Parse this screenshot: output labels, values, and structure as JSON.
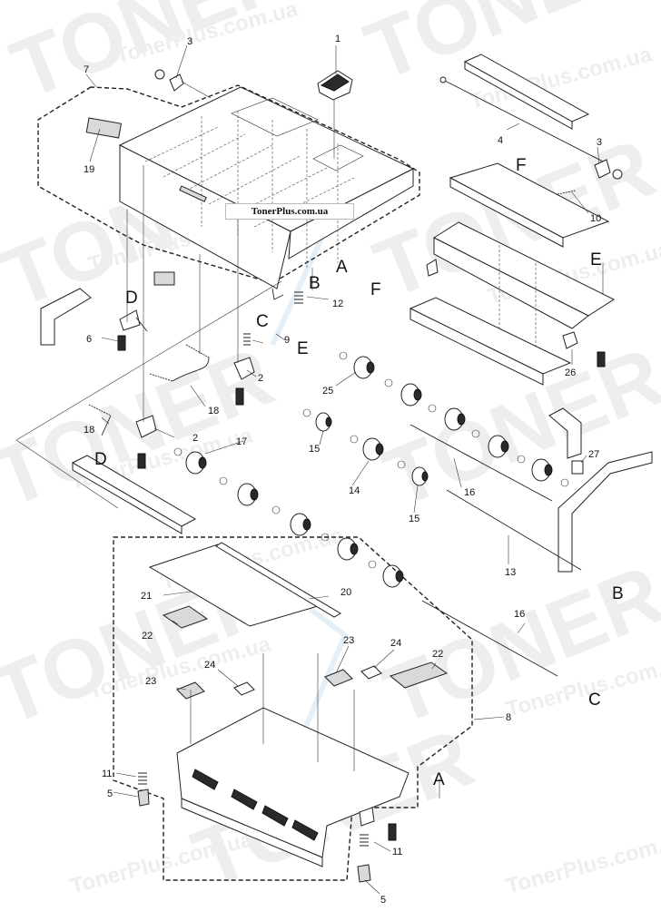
{
  "diagram": {
    "banner": "TonerPlus.com.ua",
    "watermarks": {
      "brand": "TONER",
      "site": "TonerPlus.com.ua"
    },
    "callouts": [
      "1",
      "2",
      "3",
      "4",
      "5",
      "7",
      "8",
      "9",
      "10",
      "11",
      "12",
      "13",
      "14",
      "15",
      "16",
      "17",
      "18",
      "19",
      "20",
      "21",
      "22",
      "23",
      "24",
      "25",
      "26",
      "27"
    ],
    "connectors": [
      "A",
      "B",
      "C",
      "D",
      "E",
      "F"
    ]
  }
}
